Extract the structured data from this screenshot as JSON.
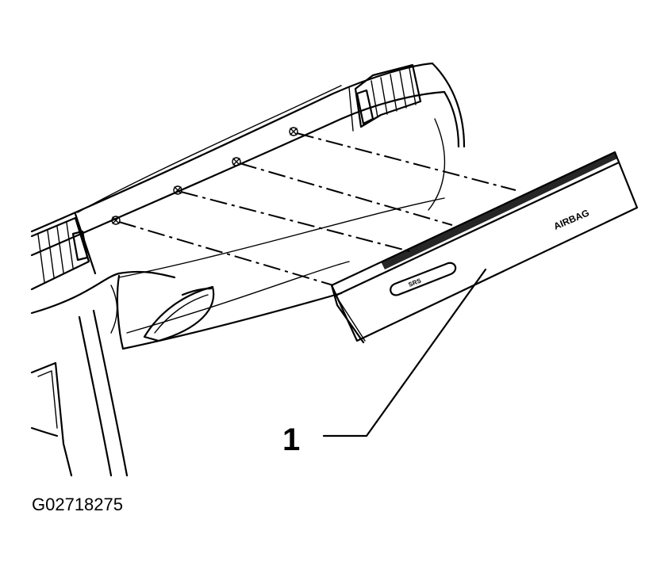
{
  "figure_id": "G02718275",
  "callouts": [
    {
      "number": "1"
    }
  ],
  "panel_label": "AIRBAG",
  "panel_small_label": "SRS"
}
